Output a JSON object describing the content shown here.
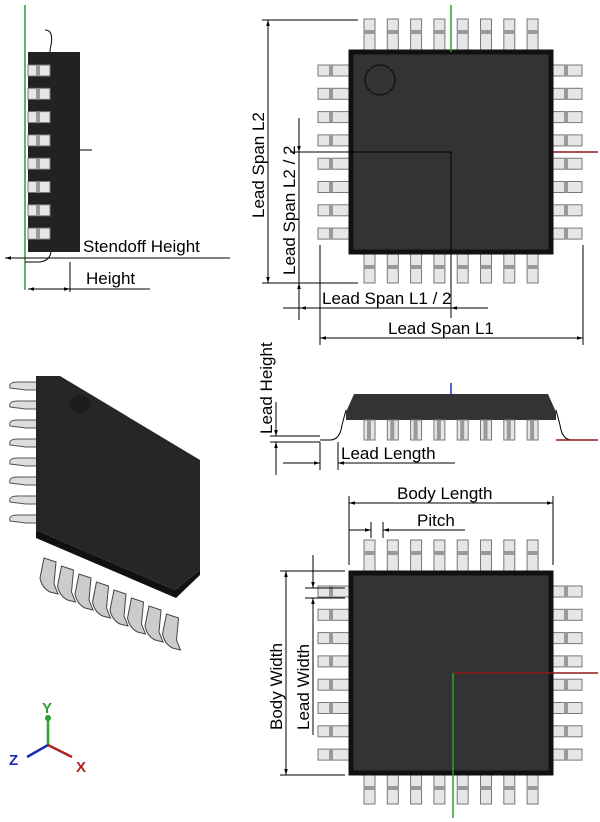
{
  "labels": {
    "standoff_height": "Stendoff Height",
    "height": "Height",
    "lead_span_l2": "Lead Span L2",
    "lead_span_l2_half": "Lead Span L2 / 2",
    "lead_span_l1_half": "Lead Span L1 / 2",
    "lead_span_l1": "Lead Span L1",
    "lead_height": "Lead Height",
    "lead_length": "Lead Length",
    "body_length": "Body Length",
    "pitch": "Pitch",
    "body_width": "Body Width",
    "lead_width": "Lead Width"
  },
  "axes": {
    "x": "X",
    "y": "Y",
    "z": "Z"
  },
  "colors": {
    "x_axis": "#b22222",
    "y_axis": "#2e9e2e",
    "z_axis": "#1a2fb0",
    "body": "#333333"
  },
  "leads_per_side": 8
}
